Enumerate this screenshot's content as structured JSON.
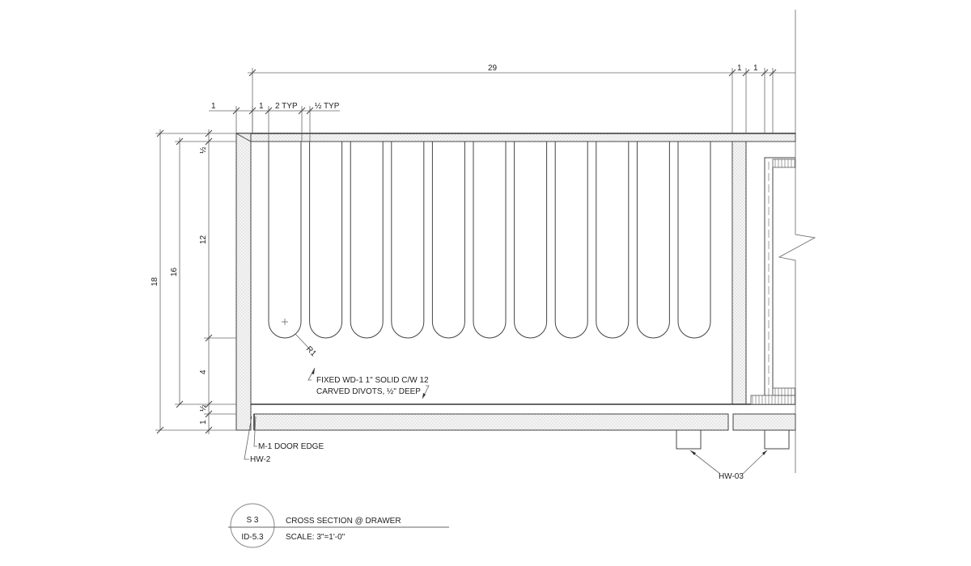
{
  "drawing": {
    "dimensions": {
      "overall_width": "29",
      "right_1a": "1",
      "right_1b": "1",
      "left_panel": "1",
      "edge": "1",
      "divot_width": "2 TYP",
      "divot_gap": "½ TYP",
      "overall_height": "18",
      "inner_height": "16",
      "top_half": "½",
      "divot_height": "12",
      "below_divots": "4",
      "shelf_half": "½",
      "bottom": "1",
      "radius": "R1"
    },
    "notes": {
      "fixed_line1": "FIXED WD-1 1\" SOLID C/W 12",
      "fixed_line2": "CARVED DIVOTS, ½\" DEEP",
      "door_edge": "M-1 DOOR EDGE",
      "hw2": "HW-2",
      "hw03": "HW-03"
    },
    "divot_count": 11
  },
  "title_block": {
    "section_number": "S 3",
    "sheet_number": "ID-5.3",
    "title": "CROSS SECTION @ DRAWER",
    "scale": "SCALE:  3\"=1'-0\""
  }
}
